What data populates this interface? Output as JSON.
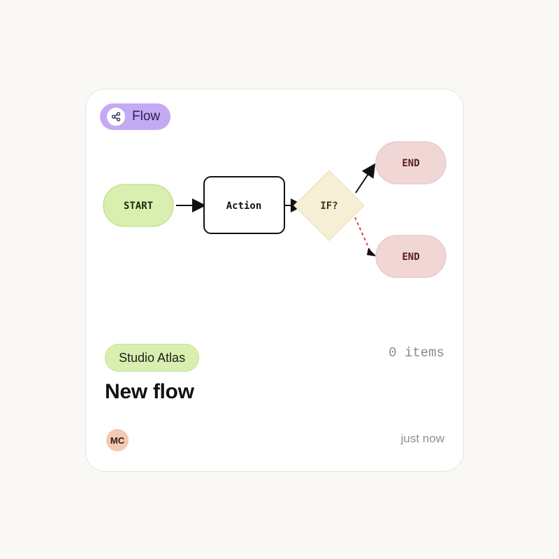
{
  "card": {
    "type_label": "Flow",
    "type_icon": "share-icon",
    "team_label": "Studio Atlas",
    "item_count": "0 items",
    "title": "New flow",
    "avatar_initials": "MC",
    "timestamp": "just now"
  },
  "diagram": {
    "nodes": {
      "start": "START",
      "action": "Action",
      "decision": "IF?",
      "end_top": "END",
      "end_bottom": "END"
    }
  },
  "colors": {
    "type_pill": "#c4a9f3",
    "team_pill": "#d9efaf",
    "start_node": "#d9efaf",
    "decision_node": "#f6efd6",
    "end_node": "#f1d6d6",
    "dashed_edge": "#d84a4a",
    "avatar": "#f4c8b2"
  }
}
